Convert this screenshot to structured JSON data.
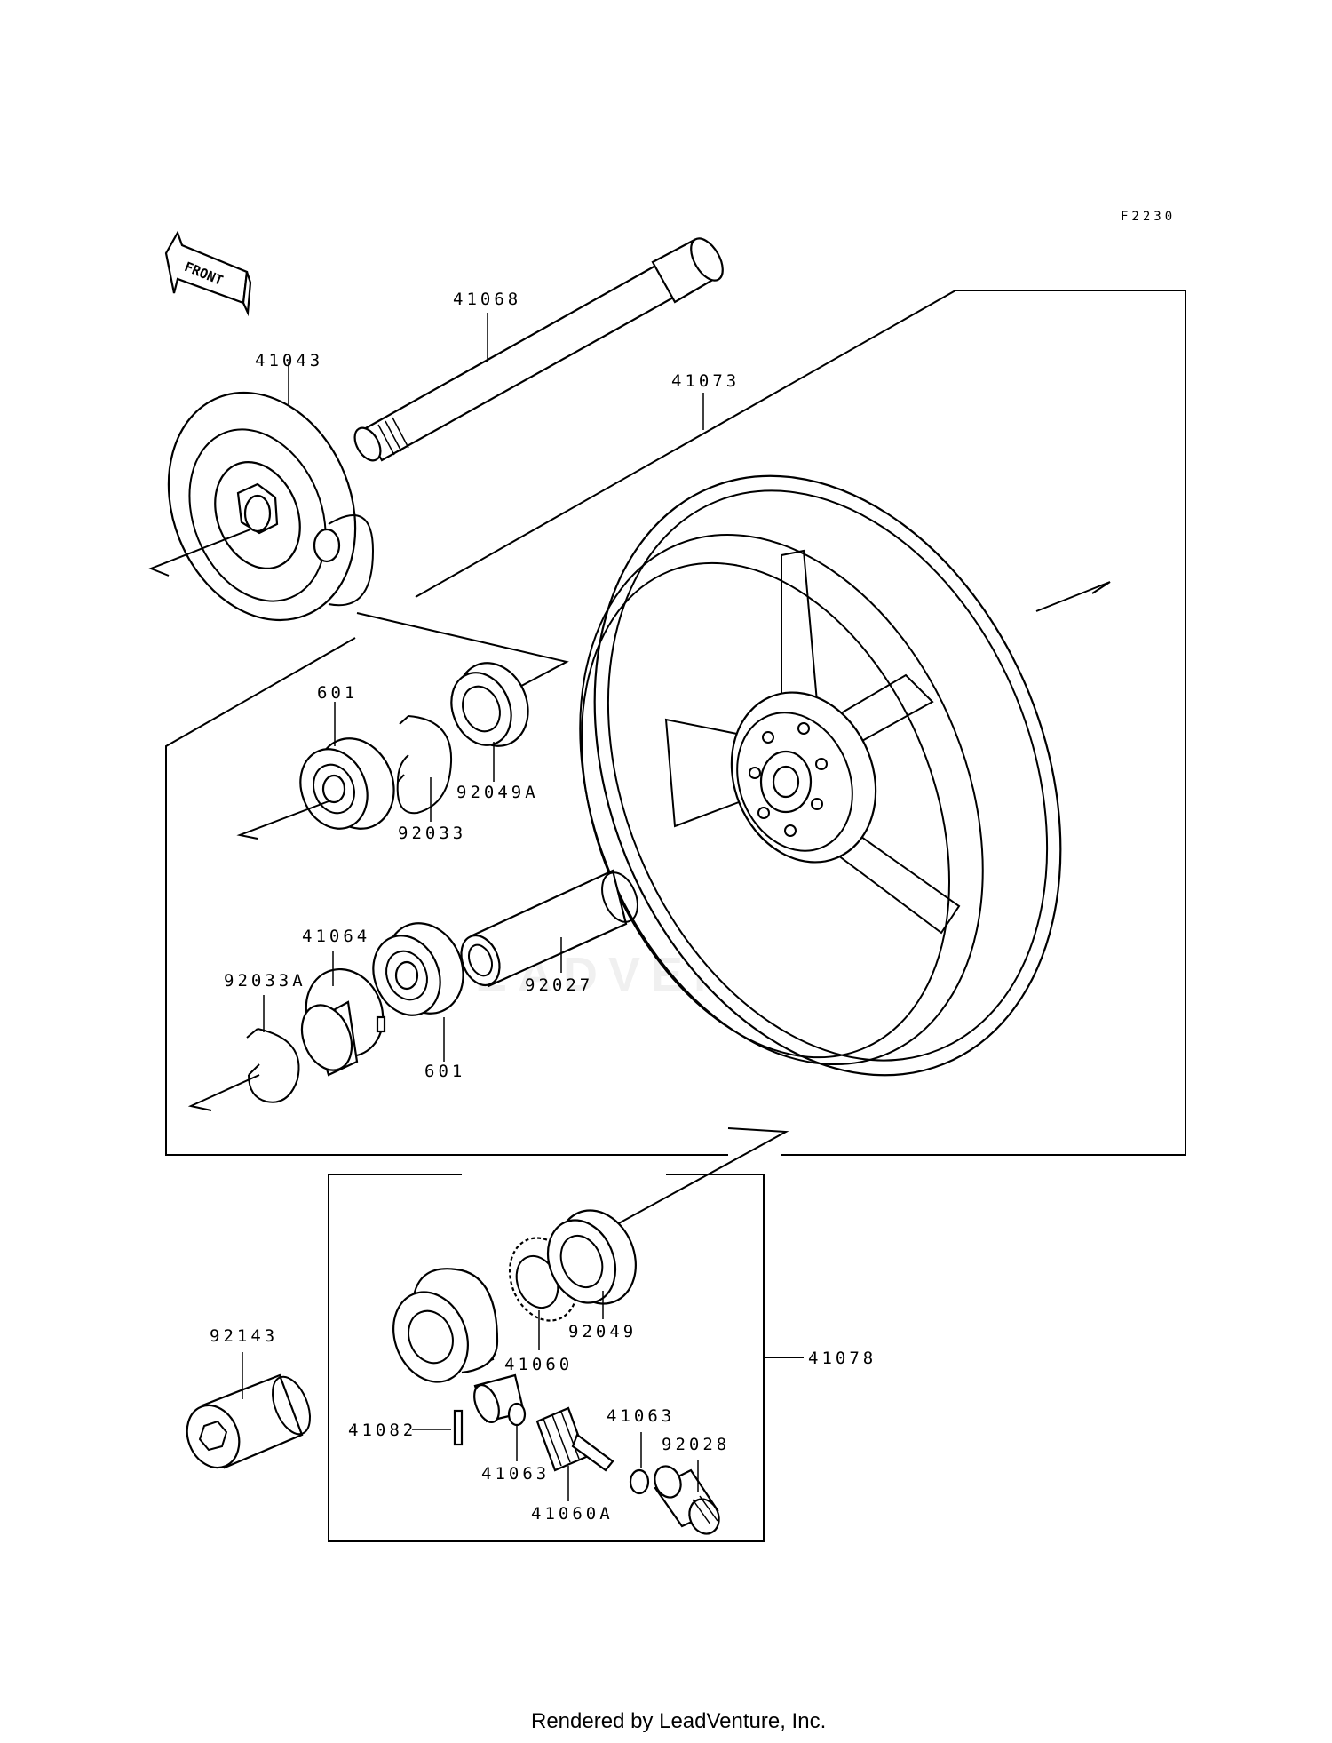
{
  "diagram": {
    "code": "F2230",
    "direction_tag": "FRONT",
    "watermark": "LEADVENTURE",
    "footer": "Rendered by LeadVenture, Inc.",
    "labels": {
      "p41068": "41068",
      "p41043": "41043",
      "p41073": "41073",
      "p601a": "601",
      "p92033": "92033",
      "p92049A": "92049A",
      "p41064": "41064",
      "p92033A": "92033A",
      "p601b": "601",
      "p92027": "92027",
      "p92143": "92143",
      "p41060": "41060",
      "p92049": "92049",
      "p41078": "41078",
      "p41082": "41082",
      "p41063a": "41063",
      "p41063b": "41063",
      "p92028": "92028",
      "p41060A": "41060A"
    }
  }
}
